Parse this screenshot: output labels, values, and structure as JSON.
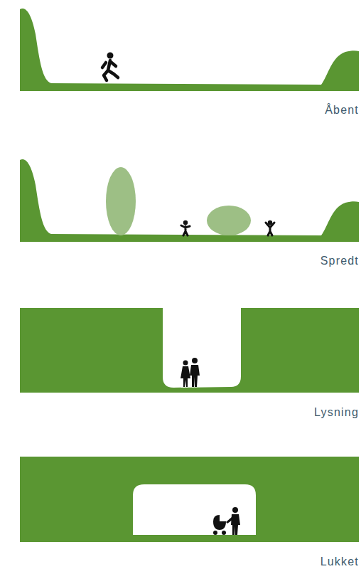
{
  "diagram": {
    "labels": [
      "Åbent",
      "Spredt",
      "Lysning",
      "Lukket"
    ]
  }
}
